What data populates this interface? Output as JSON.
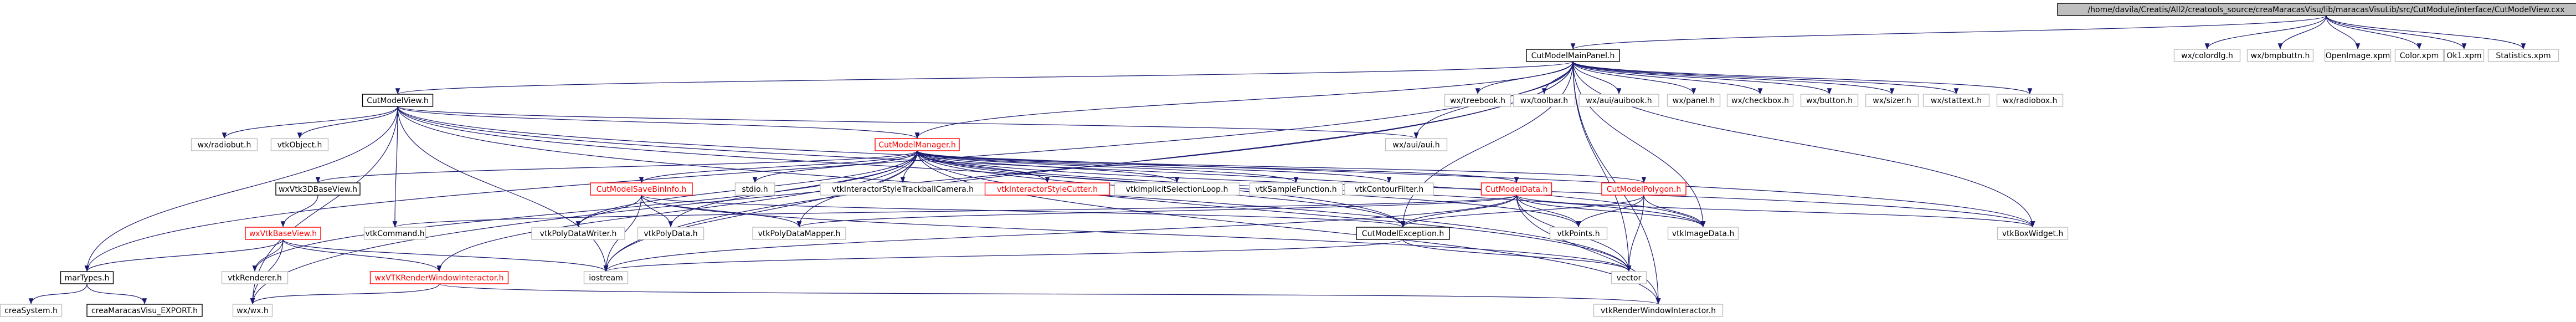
{
  "graph": {
    "nodes": [
      {
        "id": "root",
        "label": "/home/davila/Creatis/All2/creatools_source/creaMaracasVisu/lib/maracasVisuLib/src/CutModule/interface/CutModelView.cxx",
        "kind": "root"
      },
      {
        "id": "cmmp",
        "label": "CutModelMainPanel.h",
        "kind": "doc"
      },
      {
        "id": "wxcolordlg",
        "label": "wx/colordlg.h",
        "kind": "plain"
      },
      {
        "id": "wxbmpbuttn",
        "label": "wx/bmpbuttn.h",
        "kind": "plain"
      },
      {
        "id": "openimage",
        "label": "OpenImage.xpm",
        "kind": "plain"
      },
      {
        "id": "colorxpm",
        "label": "Color.xpm",
        "kind": "plain"
      },
      {
        "id": "ok1",
        "label": "Ok1.xpm",
        "kind": "plain"
      },
      {
        "id": "statistics",
        "label": "Statistics.xpm",
        "kind": "plain"
      },
      {
        "id": "cmview",
        "label": "CutModelView.h",
        "kind": "doc"
      },
      {
        "id": "treebook",
        "label": "wx/treebook.h",
        "kind": "plain"
      },
      {
        "id": "toolbar",
        "label": "wx/toolbar.h",
        "kind": "plain"
      },
      {
        "id": "auibook",
        "label": "wx/aui/auibook.h",
        "kind": "plain"
      },
      {
        "id": "panel",
        "label": "wx/panel.h",
        "kind": "plain"
      },
      {
        "id": "checkbox",
        "label": "wx/checkbox.h",
        "kind": "plain"
      },
      {
        "id": "button",
        "label": "wx/button.h",
        "kind": "plain"
      },
      {
        "id": "sizer",
        "label": "wx/sizer.h",
        "kind": "plain"
      },
      {
        "id": "stattext",
        "label": "wx/stattext.h",
        "kind": "plain"
      },
      {
        "id": "radiobox",
        "label": "wx/radiobox.h",
        "kind": "plain"
      },
      {
        "id": "radiobut",
        "label": "wx/radiobut.h",
        "kind": "plain"
      },
      {
        "id": "vtkobject",
        "label": "vtkObject.h",
        "kind": "plain"
      },
      {
        "id": "auiaui",
        "label": "wx/aui/aui.h",
        "kind": "plain"
      },
      {
        "id": "cmmanager",
        "label": "CutModelManager.h",
        "kind": "red"
      },
      {
        "id": "vtk3dbase",
        "label": "wxVtk3DBaseView.h",
        "kind": "doc"
      },
      {
        "id": "cmsaveinfo",
        "label": "CutModelSaveBinInfo.h",
        "kind": "red"
      },
      {
        "id": "stdio",
        "label": "stdio.h",
        "kind": "plain"
      },
      {
        "id": "trackball",
        "label": "vtkInteractorStyleTrackballCamera.h",
        "kind": "plain"
      },
      {
        "id": "stylecutter",
        "label": "vtkInteractorStyleCutter.h",
        "kind": "red"
      },
      {
        "id": "implicitsel",
        "label": "vtkImplicitSelectionLoop.h",
        "kind": "plain"
      },
      {
        "id": "samplefunc",
        "label": "vtkSampleFunction.h",
        "kind": "plain"
      },
      {
        "id": "contour",
        "label": "vtkContourFilter.h",
        "kind": "plain"
      },
      {
        "id": "cmdata",
        "label": "CutModelData.h",
        "kind": "red"
      },
      {
        "id": "cmpolygon",
        "label": "CutModelPolygon.h",
        "kind": "red"
      },
      {
        "id": "wxvtkbase",
        "label": "wxVtkBaseView.h",
        "kind": "red"
      },
      {
        "id": "vtkcommand",
        "label": "vtkCommand.h",
        "kind": "plain"
      },
      {
        "id": "pdwriter",
        "label": "vtkPolyDataWriter.h",
        "kind": "plain"
      },
      {
        "id": "polydata",
        "label": "vtkPolyData.h",
        "kind": "plain"
      },
      {
        "id": "pdmapper",
        "label": "vtkPolyDataMapper.h",
        "kind": "plain"
      },
      {
        "id": "cmexception",
        "label": "CutModelException.h",
        "kind": "doc"
      },
      {
        "id": "vtkpoints",
        "label": "vtkPoints.h",
        "kind": "plain"
      },
      {
        "id": "imagedata",
        "label": "vtkImageData.h",
        "kind": "plain"
      },
      {
        "id": "boxwidget",
        "label": "vtkBoxWidget.h",
        "kind": "plain"
      },
      {
        "id": "martypes",
        "label": "marTypes.h",
        "kind": "doc"
      },
      {
        "id": "renderer",
        "label": "vtkRenderer.h",
        "kind": "plain"
      },
      {
        "id": "rwi",
        "label": "wxVTKRenderWindowInteractor.h",
        "kind": "red"
      },
      {
        "id": "iostream",
        "label": "iostream",
        "kind": "plain"
      },
      {
        "id": "vector",
        "label": "vector",
        "kind": "plain"
      },
      {
        "id": "creasystem",
        "label": "creaSystem.h",
        "kind": "plain"
      },
      {
        "id": "creaexport",
        "label": "creaMaracasVisu_EXPORT.h",
        "kind": "doc"
      },
      {
        "id": "wxwx",
        "label": "wx/wx.h",
        "kind": "plain"
      },
      {
        "id": "vtkrwi",
        "label": "vtkRenderWindowInteractor.h",
        "kind": "plain"
      }
    ],
    "edges": [
      [
        "root",
        "cmmp"
      ],
      [
        "root",
        "wxcolordlg"
      ],
      [
        "root",
        "wxbmpbuttn"
      ],
      [
        "root",
        "openimage"
      ],
      [
        "root",
        "colorxpm"
      ],
      [
        "root",
        "ok1"
      ],
      [
        "root",
        "statistics"
      ],
      [
        "cmmp",
        "cmview"
      ],
      [
        "cmmp",
        "treebook"
      ],
      [
        "cmmp",
        "toolbar"
      ],
      [
        "cmmp",
        "auibook"
      ],
      [
        "cmmp",
        "panel"
      ],
      [
        "cmmp",
        "checkbox"
      ],
      [
        "cmmp",
        "button"
      ],
      [
        "cmmp",
        "sizer"
      ],
      [
        "cmmp",
        "stattext"
      ],
      [
        "cmmp",
        "radiobox"
      ],
      [
        "cmmp",
        "auiaui"
      ],
      [
        "cmmp",
        "cmmanager"
      ],
      [
        "cmmp",
        "iostream"
      ],
      [
        "cmmp",
        "vector"
      ],
      [
        "cmmp",
        "vtkrwi"
      ],
      [
        "cmmp",
        "imagedata"
      ],
      [
        "cmmp",
        "cmexception"
      ],
      [
        "cmmp",
        "boxwidget"
      ],
      [
        "cmmp",
        "martypes"
      ],
      [
        "cmmp",
        "wxwx"
      ],
      [
        "cmview",
        "radiobut"
      ],
      [
        "cmview",
        "vtkobject"
      ],
      [
        "cmview",
        "auiaui"
      ],
      [
        "cmview",
        "cmmanager"
      ],
      [
        "cmview",
        "vtkcommand"
      ],
      [
        "cmview",
        "martypes"
      ],
      [
        "cmview",
        "iostream"
      ],
      [
        "cmview",
        "wxwx"
      ],
      [
        "cmview",
        "cmexception"
      ],
      [
        "cmview",
        "vector"
      ],
      [
        "cmview",
        "imagedata"
      ],
      [
        "cmview",
        "boxwidget"
      ],
      [
        "cmmanager",
        "vtk3dbase"
      ],
      [
        "cmmanager",
        "cmsaveinfo"
      ],
      [
        "cmmanager",
        "stdio"
      ],
      [
        "cmmanager",
        "trackball"
      ],
      [
        "cmmanager",
        "stylecutter"
      ],
      [
        "cmmanager",
        "implicitsel"
      ],
      [
        "cmmanager",
        "samplefunc"
      ],
      [
        "cmmanager",
        "contour"
      ],
      [
        "cmmanager",
        "cmdata"
      ],
      [
        "cmmanager",
        "cmpolygon"
      ],
      [
        "cmmanager",
        "pdmapper"
      ],
      [
        "cmmanager",
        "pdwriter"
      ],
      [
        "cmmanager",
        "polydata"
      ],
      [
        "cmmanager",
        "cmexception"
      ],
      [
        "cmmanager",
        "iostream"
      ],
      [
        "cmmanager",
        "vector"
      ],
      [
        "cmmanager",
        "vtkpoints"
      ],
      [
        "cmmanager",
        "imagedata"
      ],
      [
        "cmmanager",
        "renderer"
      ],
      [
        "cmmanager",
        "rwi"
      ],
      [
        "cmmanager",
        "boxwidget"
      ],
      [
        "cmmanager",
        "vtkrwi"
      ],
      [
        "vtk3dbase",
        "wxvtkbase"
      ],
      [
        "wxvtkbase",
        "martypes"
      ],
      [
        "wxvtkbase",
        "renderer"
      ],
      [
        "wxvtkbase",
        "rwi"
      ],
      [
        "wxvtkbase",
        "iostream"
      ],
      [
        "wxvtkbase",
        "wxwx"
      ],
      [
        "cmsaveinfo",
        "pdwriter"
      ],
      [
        "cmsaveinfo",
        "polydata"
      ],
      [
        "cmsaveinfo",
        "pdmapper"
      ],
      [
        "cmsaveinfo",
        "iostream"
      ],
      [
        "cmsaveinfo",
        "cmexception"
      ],
      [
        "cmsaveinfo",
        "vector"
      ],
      [
        "cmdata",
        "cmexception"
      ],
      [
        "cmdata",
        "vtkcommand"
      ],
      [
        "cmdata",
        "pdmapper"
      ],
      [
        "cmdata",
        "vtkpoints"
      ],
      [
        "cmdata",
        "imagedata"
      ],
      [
        "cmdata",
        "boxwidget"
      ],
      [
        "cmdata",
        "vector"
      ],
      [
        "cmdata",
        "iostream"
      ],
      [
        "cmdata",
        "vtkrwi"
      ],
      [
        "cmpolygon",
        "vtkpoints"
      ],
      [
        "cmpolygon",
        "imagedata"
      ],
      [
        "cmpolygon",
        "vector"
      ],
      [
        "cmpolygon",
        "cmexception"
      ],
      [
        "cmexception",
        "iostream"
      ],
      [
        "cmexception",
        "vector"
      ],
      [
        "martypes",
        "creasystem"
      ],
      [
        "martypes",
        "creaexport"
      ],
      [
        "rwi",
        "wxwx"
      ],
      [
        "rwi",
        "vtkrwi"
      ]
    ]
  }
}
